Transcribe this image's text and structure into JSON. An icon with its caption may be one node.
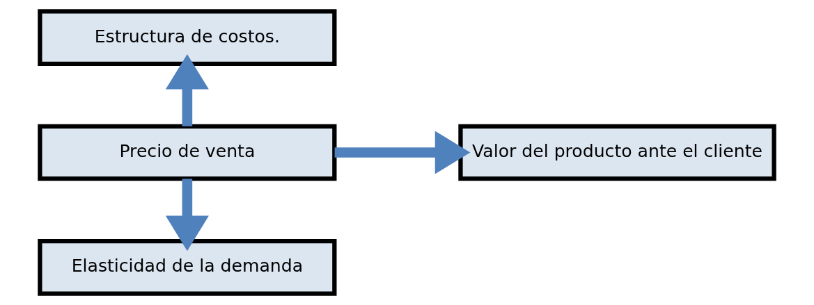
{
  "diagram": {
    "nodes": [
      {
        "text": [
          "Estructura de costos."
        ]
      },
      {
        "text": [
          "Precio de venta"
        ]
      },
      {
        "text": [
          "Valor del producto ante el cliente"
        ]
      },
      {
        "text": [
          "Elasticidad de la demanda"
        ]
      }
    ],
    "edges": [
      {
        "from": 1,
        "to": 0,
        "arrow": "to"
      },
      {
        "from": 1,
        "to": 2,
        "arrow": "to"
      },
      {
        "from": 1,
        "to": 3,
        "arrow": "to"
      }
    ]
  }
}
